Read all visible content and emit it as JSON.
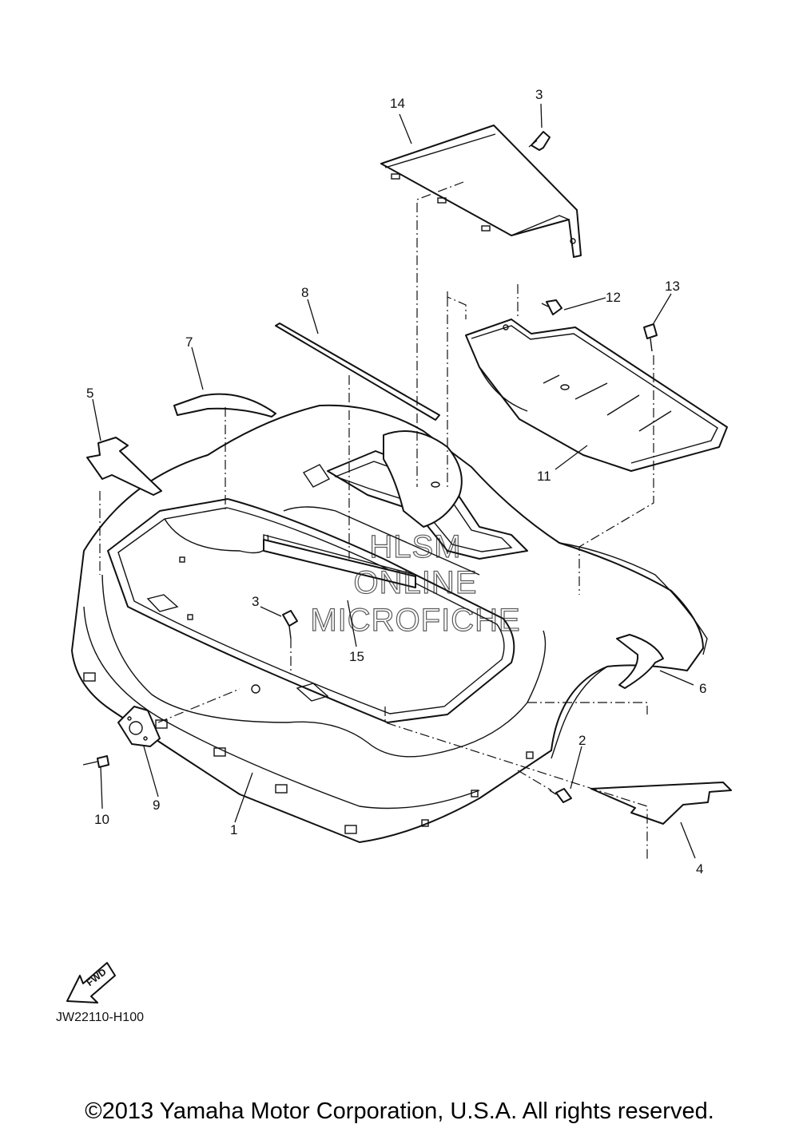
{
  "callouts": {
    "c1": "1",
    "c2": "2",
    "c3a": "3",
    "c3b": "3",
    "c4": "4",
    "c5": "5",
    "c6": "6",
    "c7": "7",
    "c8": "8",
    "c9": "9",
    "c10": "10",
    "c11": "11",
    "c12": "12",
    "c13": "13",
    "c14": "14",
    "c15": "15"
  },
  "watermark": {
    "line1": "HLSM",
    "line2": "ONLINE",
    "line3": "MICROFICHE"
  },
  "fwd_label": "FWD",
  "diagram_code": "JW22110-H100",
  "copyright": "©2013 Yamaha Motor Corporation, U.S.A. All rights reserved."
}
